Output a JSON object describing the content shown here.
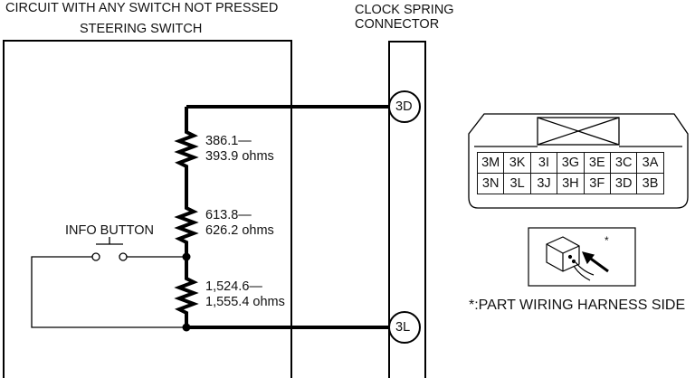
{
  "header": {
    "circuit_note": "CIRCUIT WITH ANY SWITCH NOT PRESSED",
    "steering_switch": "STEERING SWITCH",
    "clock_spring_line1": "CLOCK SPRING",
    "clock_spring_line2": "CONNECTOR"
  },
  "terminals": {
    "top": "3D",
    "bottom": "3L"
  },
  "resistors": [
    {
      "line1": "386.1—",
      "line2": "393.9 ohms"
    },
    {
      "line1": "613.8—",
      "line2": "626.2 ohms"
    },
    {
      "line1": "1,524.6—",
      "line2": "1,555.4 ohms"
    }
  ],
  "switch_label": "INFO BUTTON",
  "connector": {
    "rows": [
      [
        "3M",
        "3K",
        "3I",
        "3G",
        "3E",
        "3C",
        "3A"
      ],
      [
        "3N",
        "3L",
        "3J",
        "3H",
        "3F",
        "3D",
        "3B"
      ]
    ]
  },
  "inset_mark": "*",
  "footnote": "*:PART WIRING HARNESS SIDE"
}
